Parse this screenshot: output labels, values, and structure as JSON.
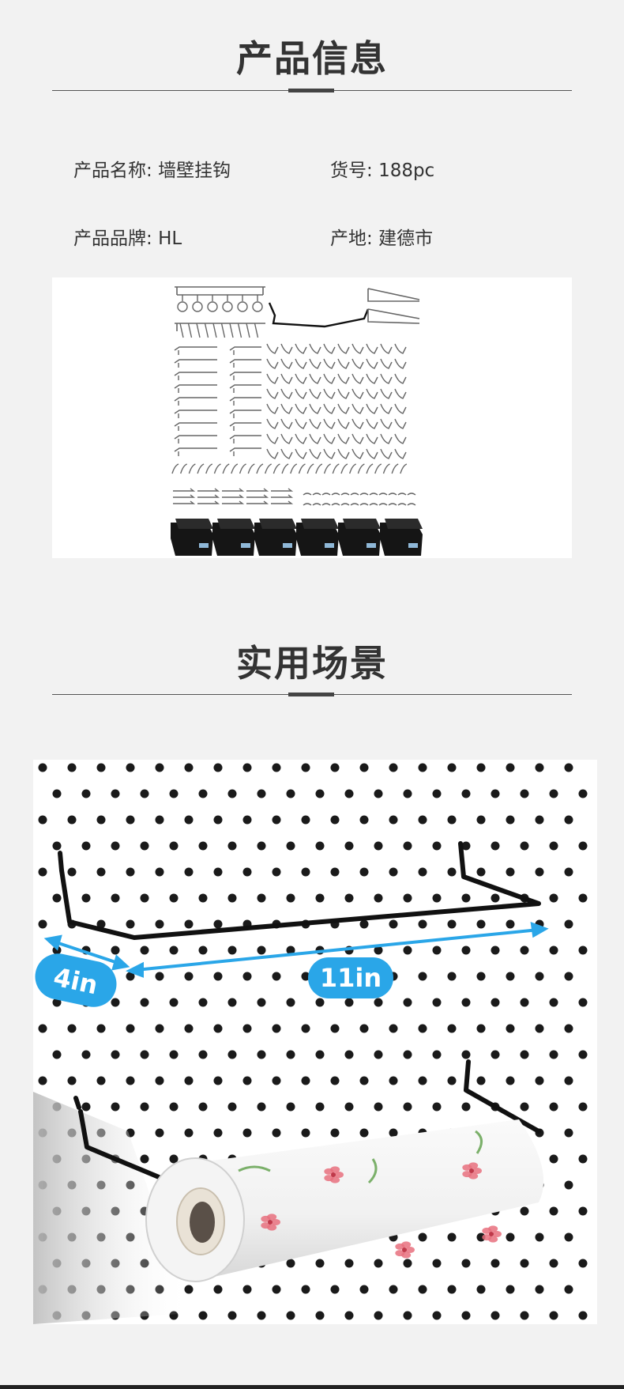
{
  "sections": {
    "info_title": "产品信息",
    "scene_title": "实用场景"
  },
  "info": {
    "name_label": "产品名称:",
    "name_value": "墙壁挂钩",
    "sku_label": "货号:",
    "sku_value": "188pc",
    "brand_label": "产品品牌:",
    "brand_value": "HL",
    "origin_label": "产地:",
    "origin_value": "建德市"
  },
  "scene": {
    "depth_label": "4in",
    "length_label": "11in",
    "accent_color": "#2aa6e8"
  },
  "icons": {
    "product_image": "hook-set-image",
    "scene_image": "pegboard-towel-holder-image"
  }
}
